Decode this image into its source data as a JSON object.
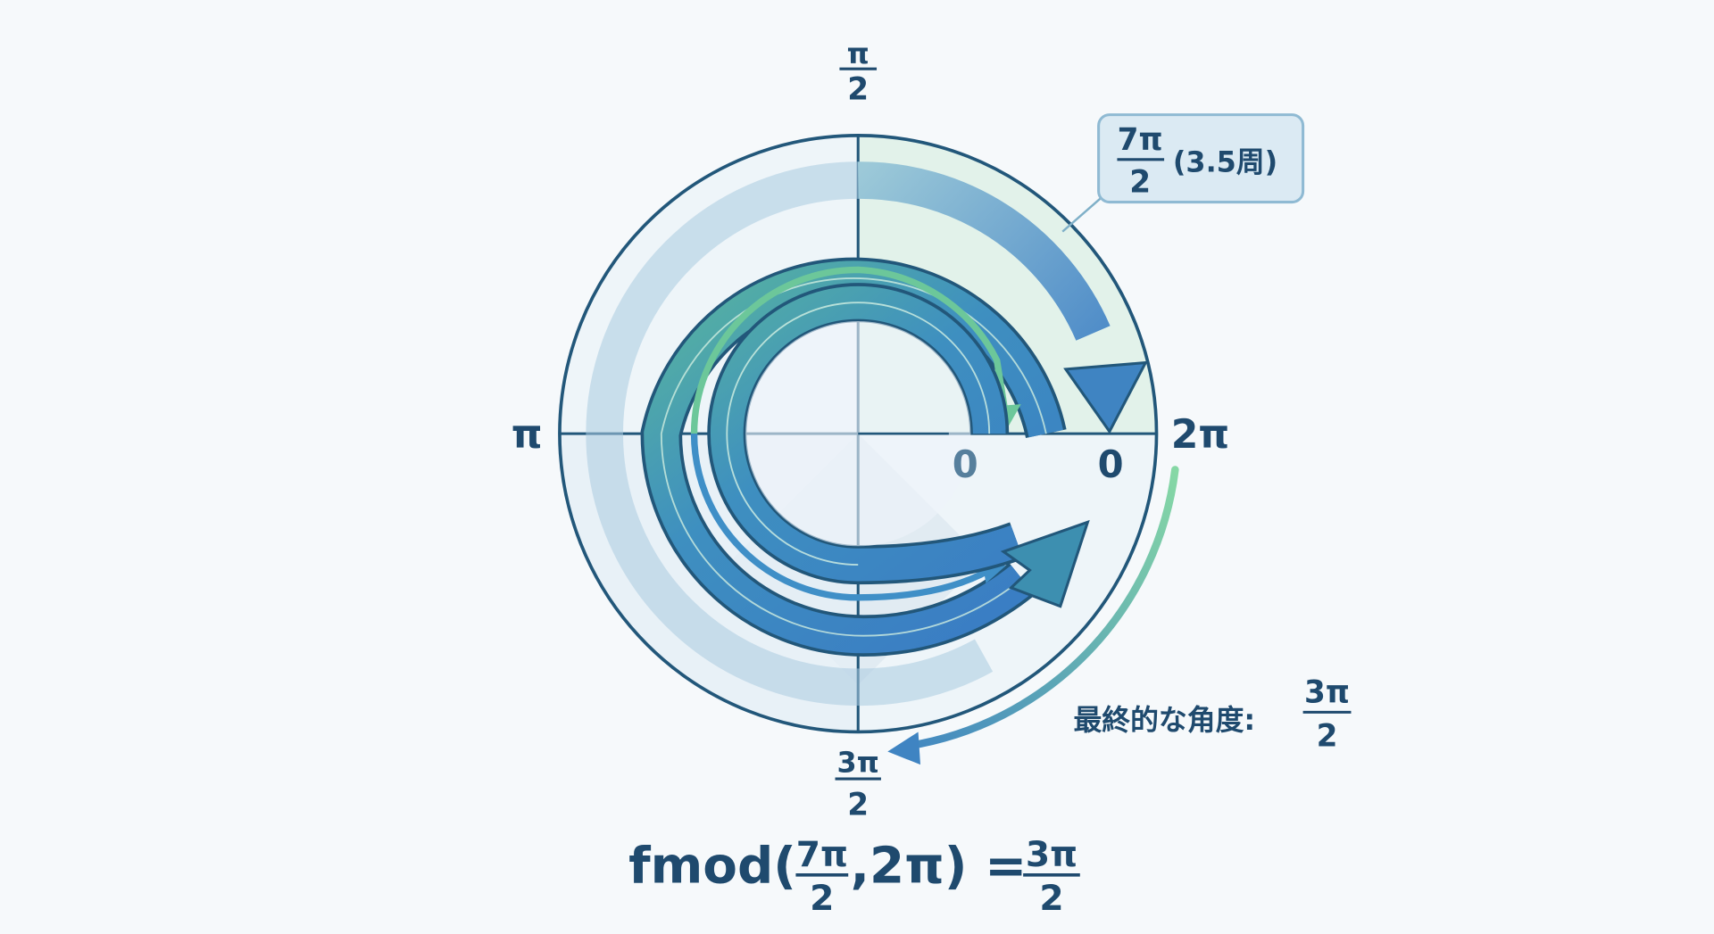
{
  "axis_labels": {
    "top": {
      "num": "π",
      "den": "2"
    },
    "left": "π",
    "right": "2π",
    "bottom": {
      "num": "3π",
      "den": "2"
    }
  },
  "zero_labels": [
    "0",
    "0"
  ],
  "callout": {
    "num": "7π",
    "den": "2",
    "text": "(3.5周)"
  },
  "final_angle": {
    "label": "最終的な角度:",
    "num": "3π",
    "den": "2"
  },
  "formula": {
    "prefix": "fmod(",
    "arg_num": "7π",
    "arg_den": "2",
    "middle": ",2π) =",
    "result_num": "3π",
    "result_den": "2"
  },
  "colors": {
    "text": "#1f4a6e",
    "blue": "#3f84c2",
    "green": "#7ccf9c",
    "outline": "#22577a"
  }
}
